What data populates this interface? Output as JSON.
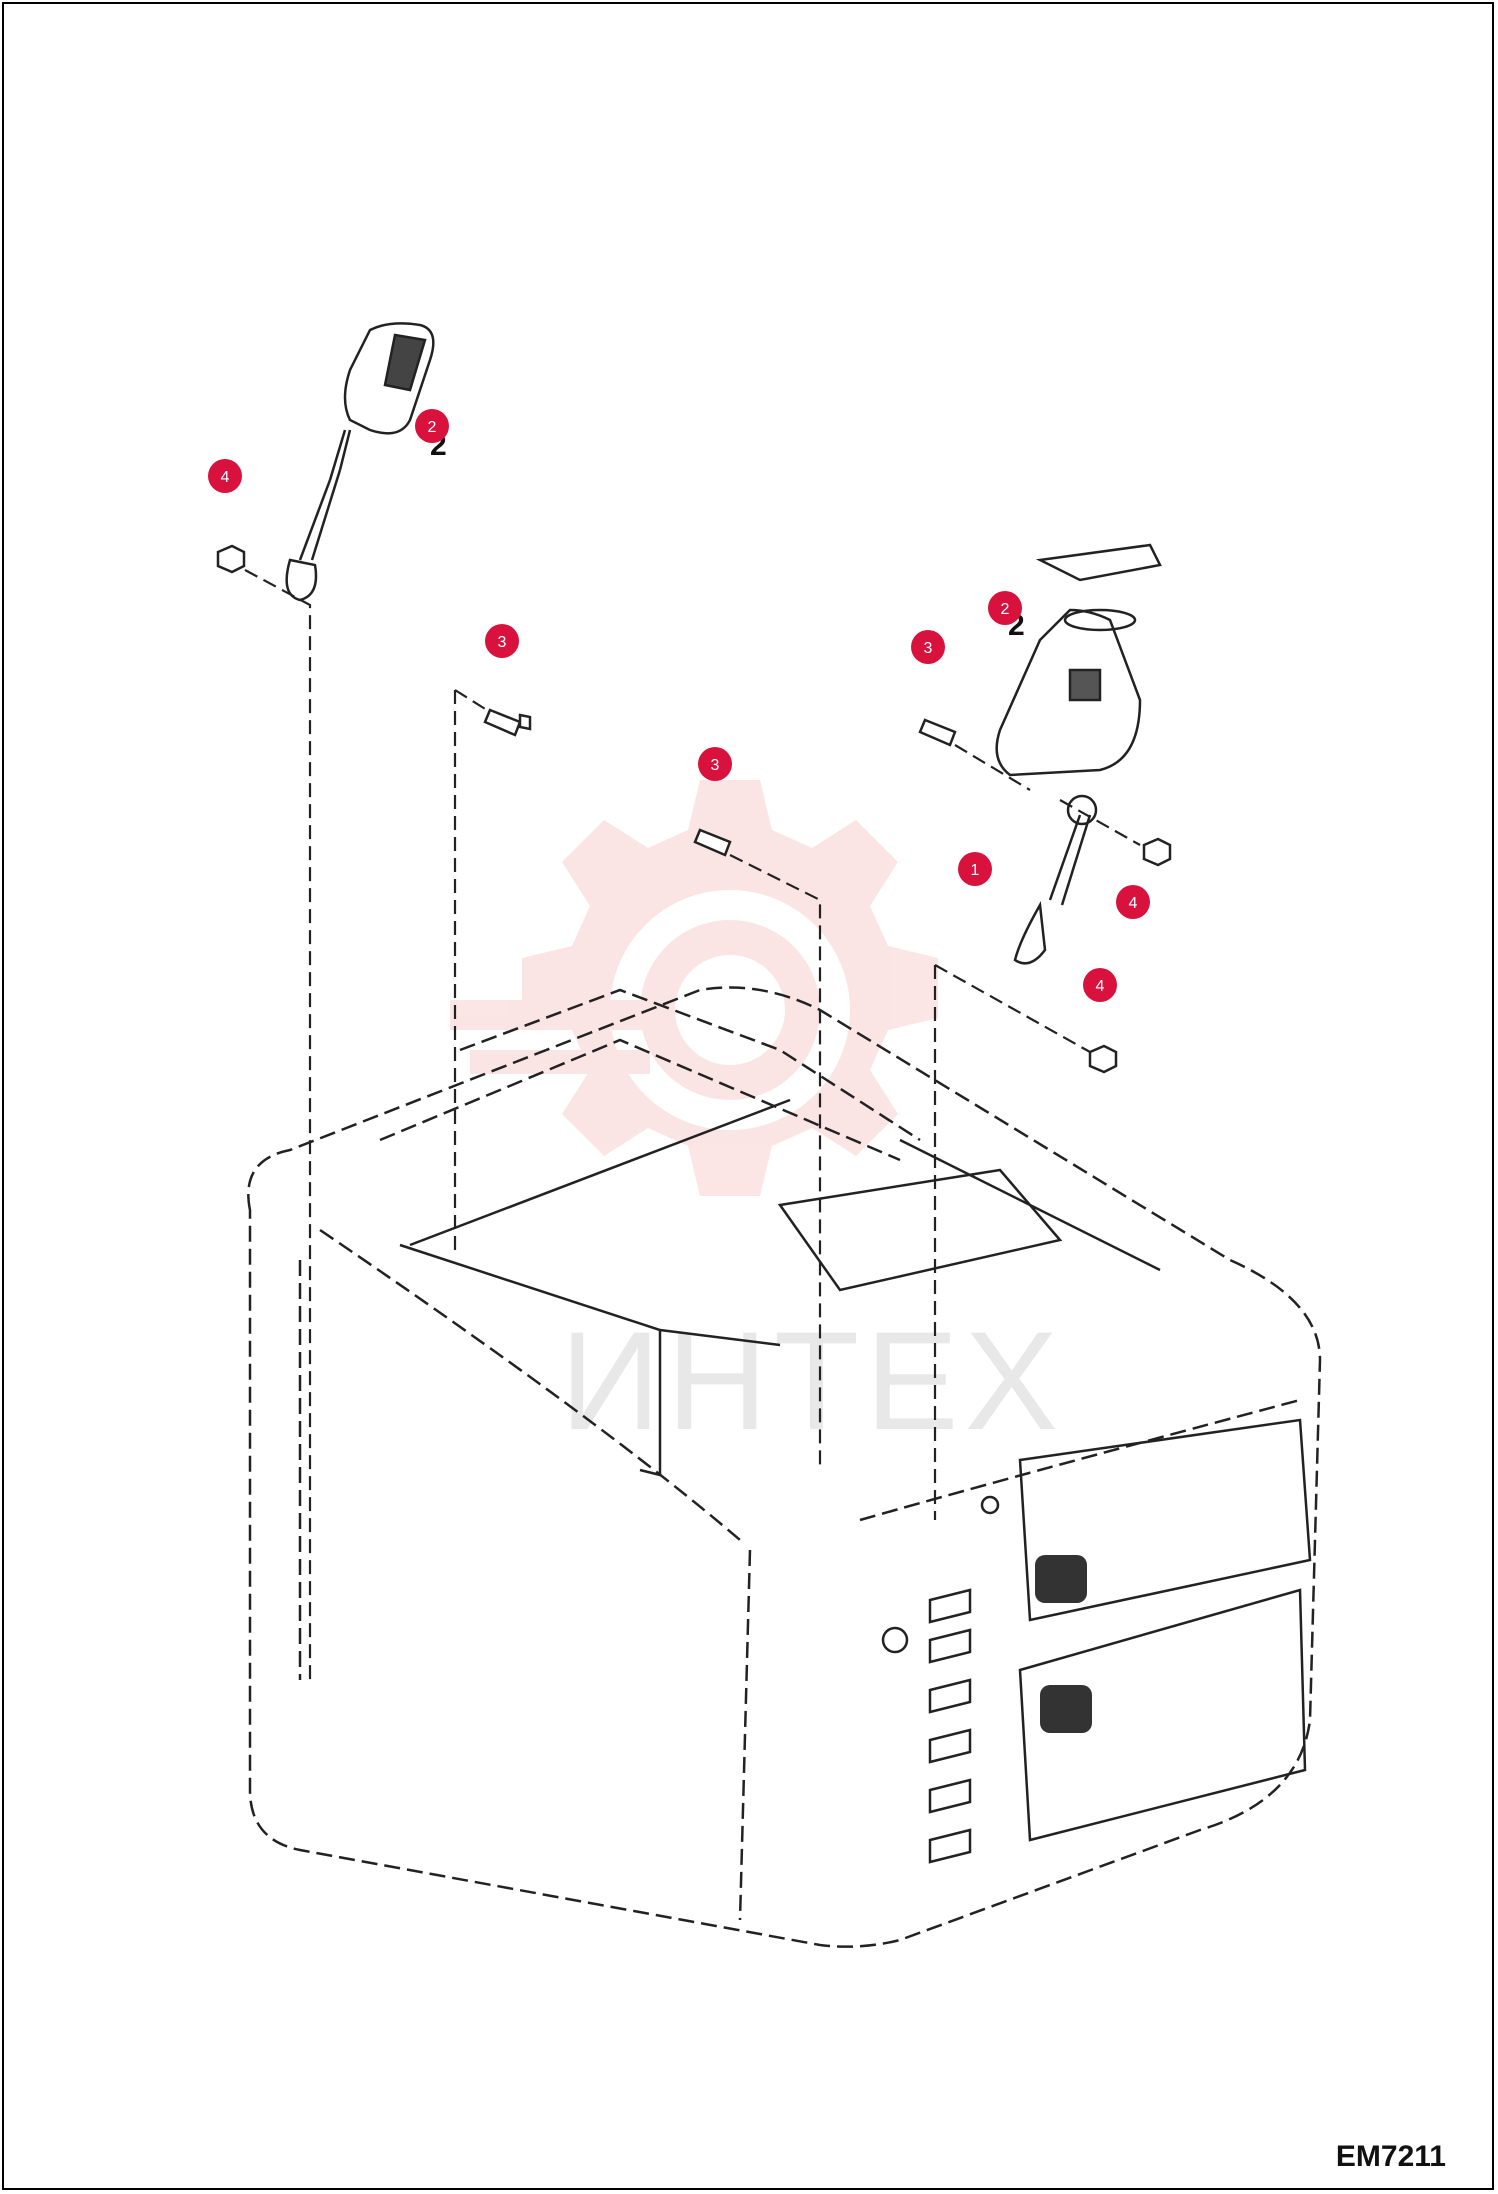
{
  "watermark": {
    "text": "ИНТЕХ",
    "color": "#f6b5b5"
  },
  "drawing_code": "EM7211",
  "callout_color": "#d8123c",
  "callouts": [
    {
      "label": "2",
      "part_number": "2"
    },
    {
      "label": "4",
      "part_number": "4"
    },
    {
      "label": "3",
      "part_number": "3"
    },
    {
      "label": "2",
      "part_number": "2"
    },
    {
      "label": "3",
      "part_number": "3"
    },
    {
      "label": "3",
      "part_number": "3"
    },
    {
      "label": "1",
      "part_number": "1"
    },
    {
      "label": "4",
      "part_number": "4"
    },
    {
      "label": "4",
      "part_number": "4"
    }
  ]
}
